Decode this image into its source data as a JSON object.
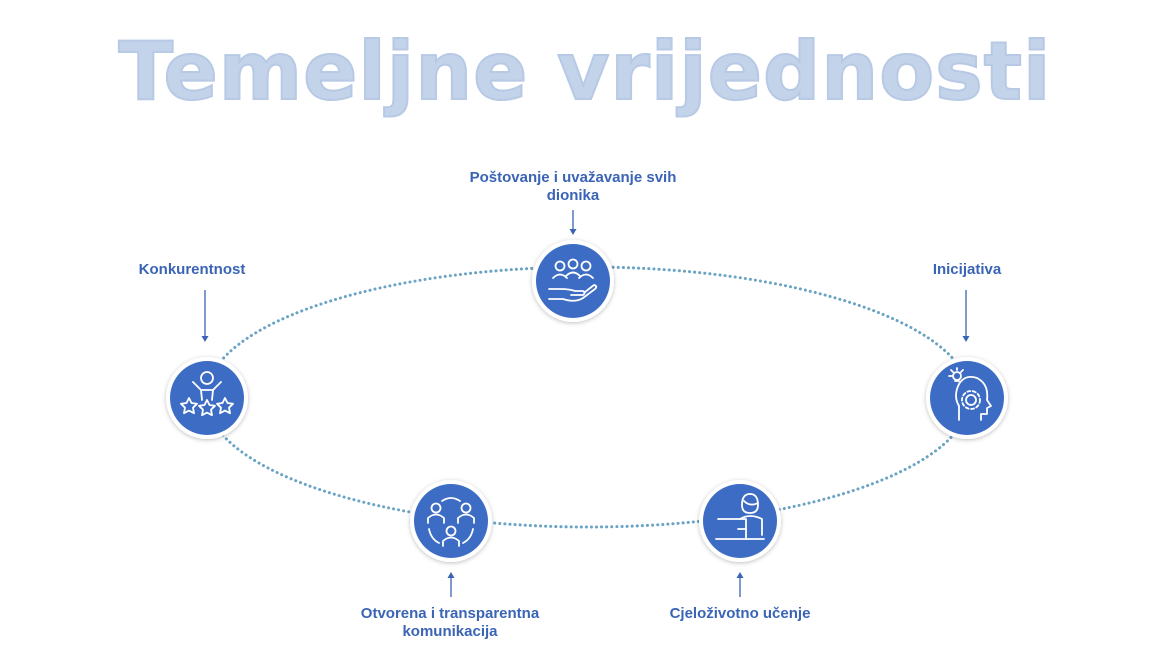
{
  "title": "Temeljne vrijednosti",
  "colors": {
    "title": "#c3d3ea",
    "accent": "#3d6cc4",
    "label": "#3a64b5",
    "ellipse_dots": "#6aa3c4"
  },
  "values": [
    {
      "id": "respect",
      "label": "Poštovanje i uvažavanje svih dionika",
      "icon": "hands-people-icon"
    },
    {
      "id": "initiative",
      "label": "Inicijativa",
      "icon": "head-lightbulb-icon"
    },
    {
      "id": "learning",
      "label": "Cjeloživotno učenje",
      "icon": "person-laptop-icon"
    },
    {
      "id": "communication",
      "label": "Otvorena i transparentna komunikacija",
      "icon": "people-circle-icon"
    },
    {
      "id": "competitiveness",
      "label": "Konkurentnost",
      "icon": "person-stars-icon"
    }
  ]
}
